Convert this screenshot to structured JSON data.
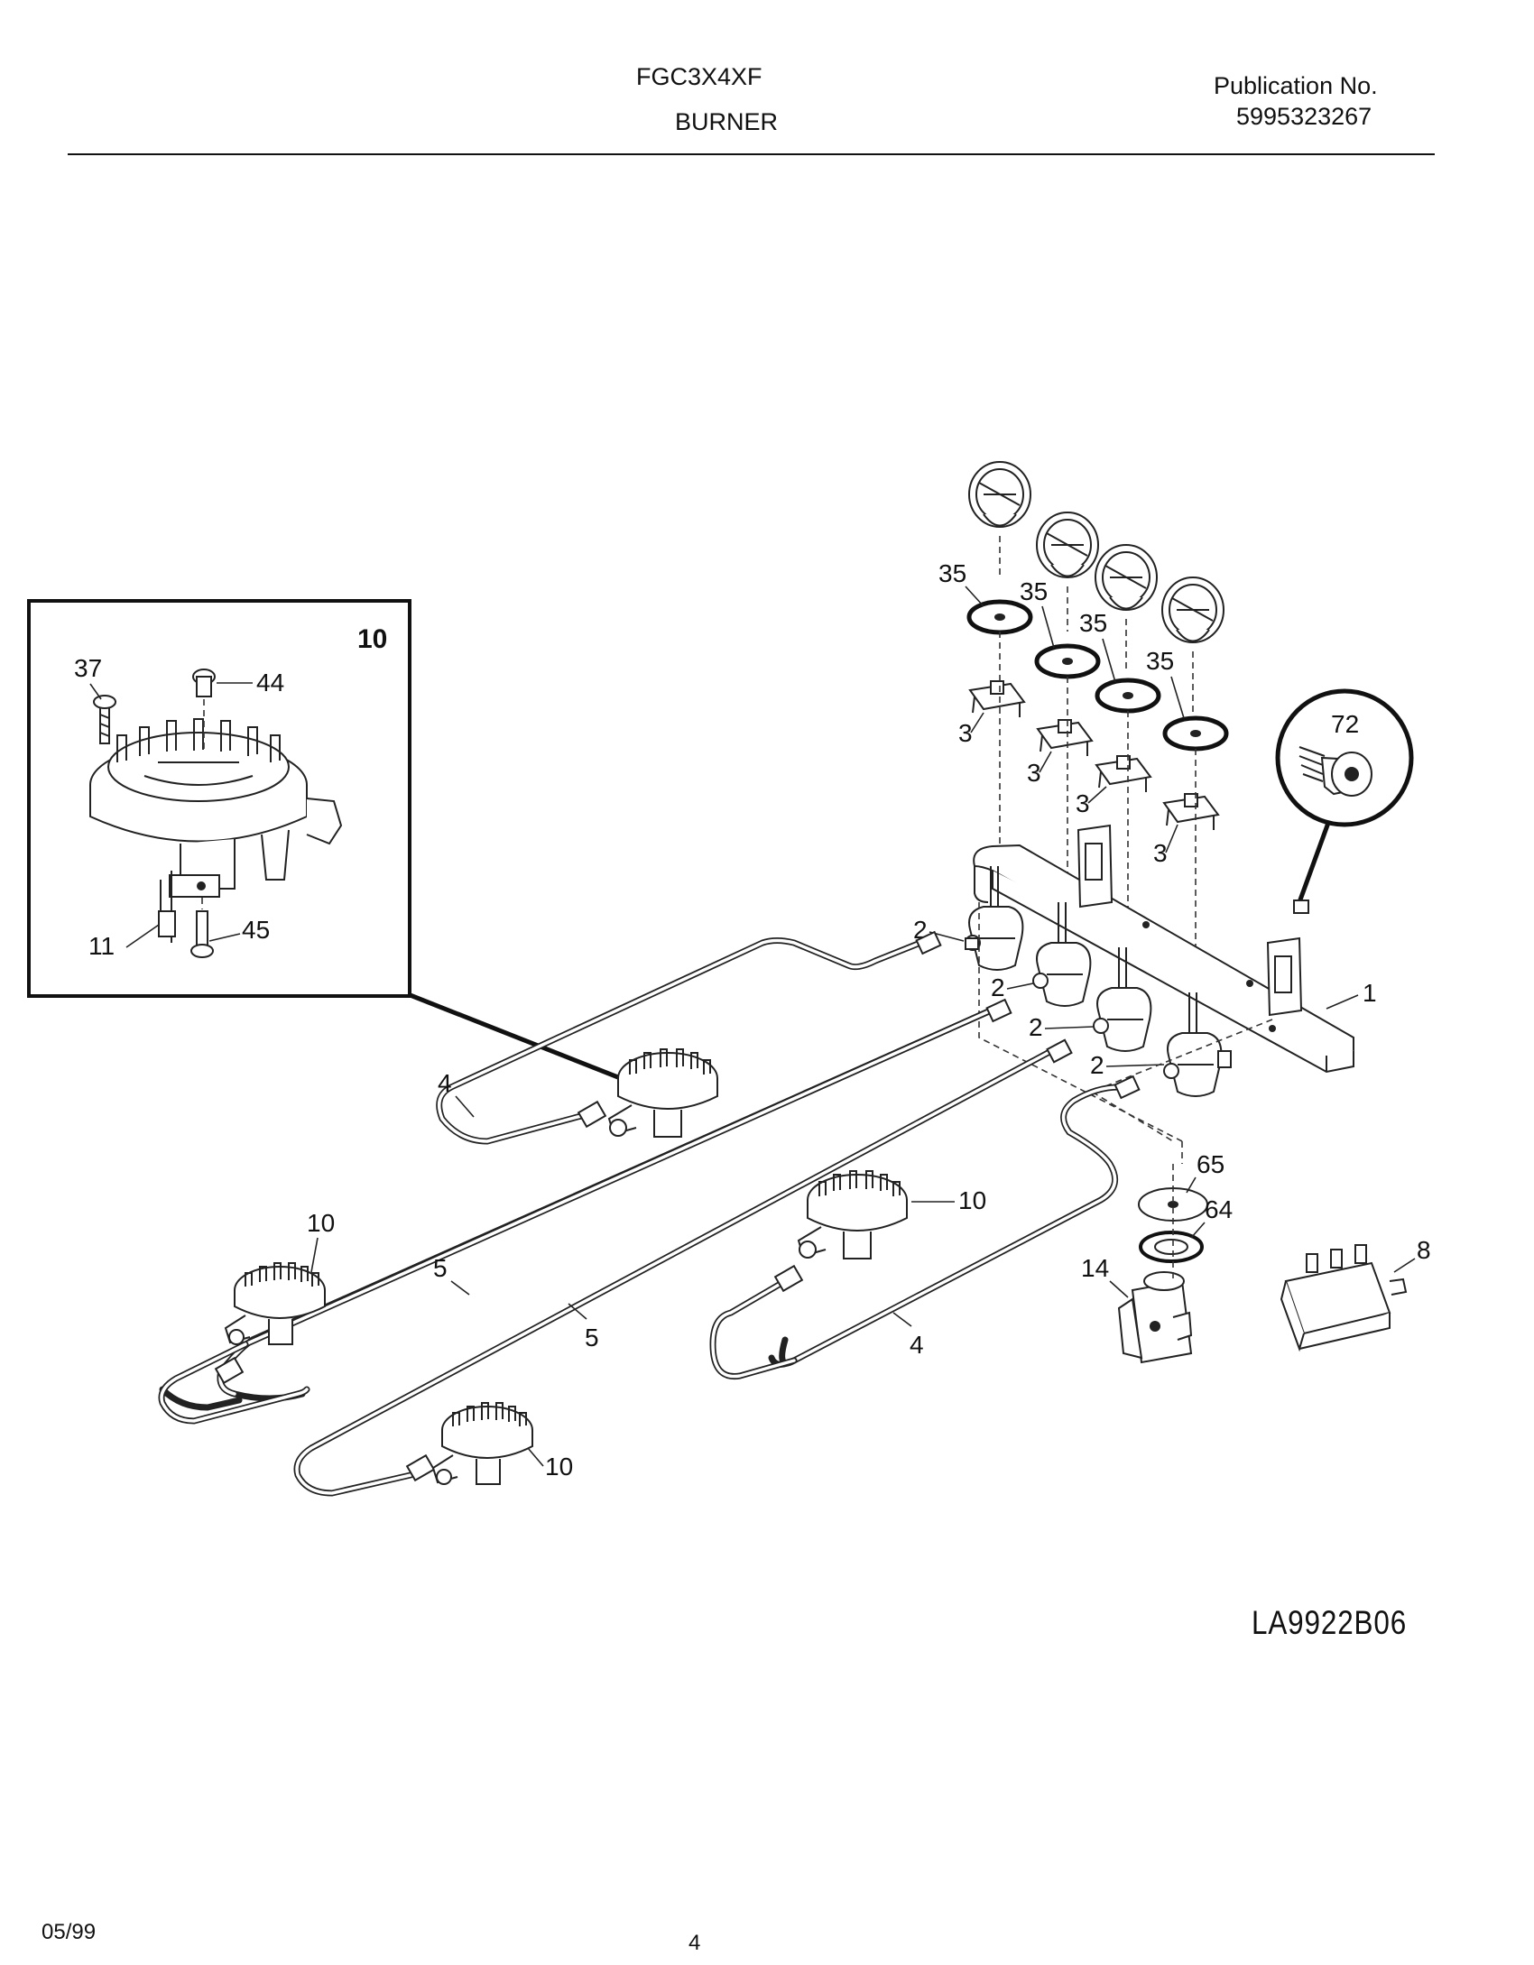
{
  "header": {
    "model": "FGC3X4XF",
    "section": "BURNER",
    "publication_label": "Publication No.",
    "publication_number": "5995323267"
  },
  "footer": {
    "diagram_code": "LA9922B06",
    "date": "05/99",
    "page_number": "4"
  },
  "inset": {
    "title": "10",
    "callouts": [
      "37",
      "44",
      "11",
      "45"
    ]
  },
  "callouts": {
    "knob_ring": "35",
    "bracket": "3",
    "valve": "2",
    "manifold": "1",
    "screw": "72",
    "tube_short": "4",
    "tube_long": "5",
    "burner": "10",
    "regulator_gasket": "65",
    "regulator_seal": "64",
    "regulator": "14",
    "spark_module": "8"
  }
}
